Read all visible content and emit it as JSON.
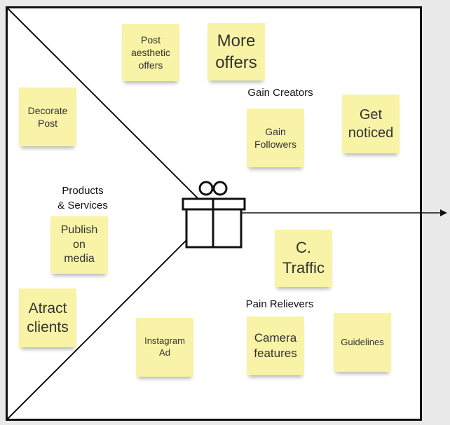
{
  "canvas": {
    "background": "#e9e9e9",
    "frame_color": "#111111",
    "note_color": "#f8f3a6",
    "center_icon": "gift-icon"
  },
  "labels": {
    "products_services_line1": "Products",
    "products_services_line2": "& Services",
    "gain_creators": "Gain Creators",
    "pain_relievers": "Pain Relievers"
  },
  "notes": {
    "post_aesthetic_offers": {
      "line1": "Post",
      "line2": "aesthetic",
      "line3": "offers"
    },
    "more_offers": {
      "line1": "More",
      "line2": "offers"
    },
    "decorate_post": {
      "line1": "Decorate",
      "line2": "Post"
    },
    "gain_followers": {
      "line1": "Gain",
      "line2": "Followers"
    },
    "get_noticed": {
      "line1": "Get",
      "line2": "noticed"
    },
    "publish_on_media": {
      "line1": "Publish",
      "line2": "on",
      "line3": "media"
    },
    "c_traffic": {
      "line1": "C.",
      "line2": "Traffic"
    },
    "atract_clients": {
      "line1": "Atract",
      "line2": "clients"
    },
    "instagram_ad": {
      "line1": "Instagram",
      "line2": "Ad"
    },
    "camera_features": {
      "line1": "Camera",
      "line2": "features"
    },
    "guidelines": {
      "line1": "Guidelines"
    }
  }
}
